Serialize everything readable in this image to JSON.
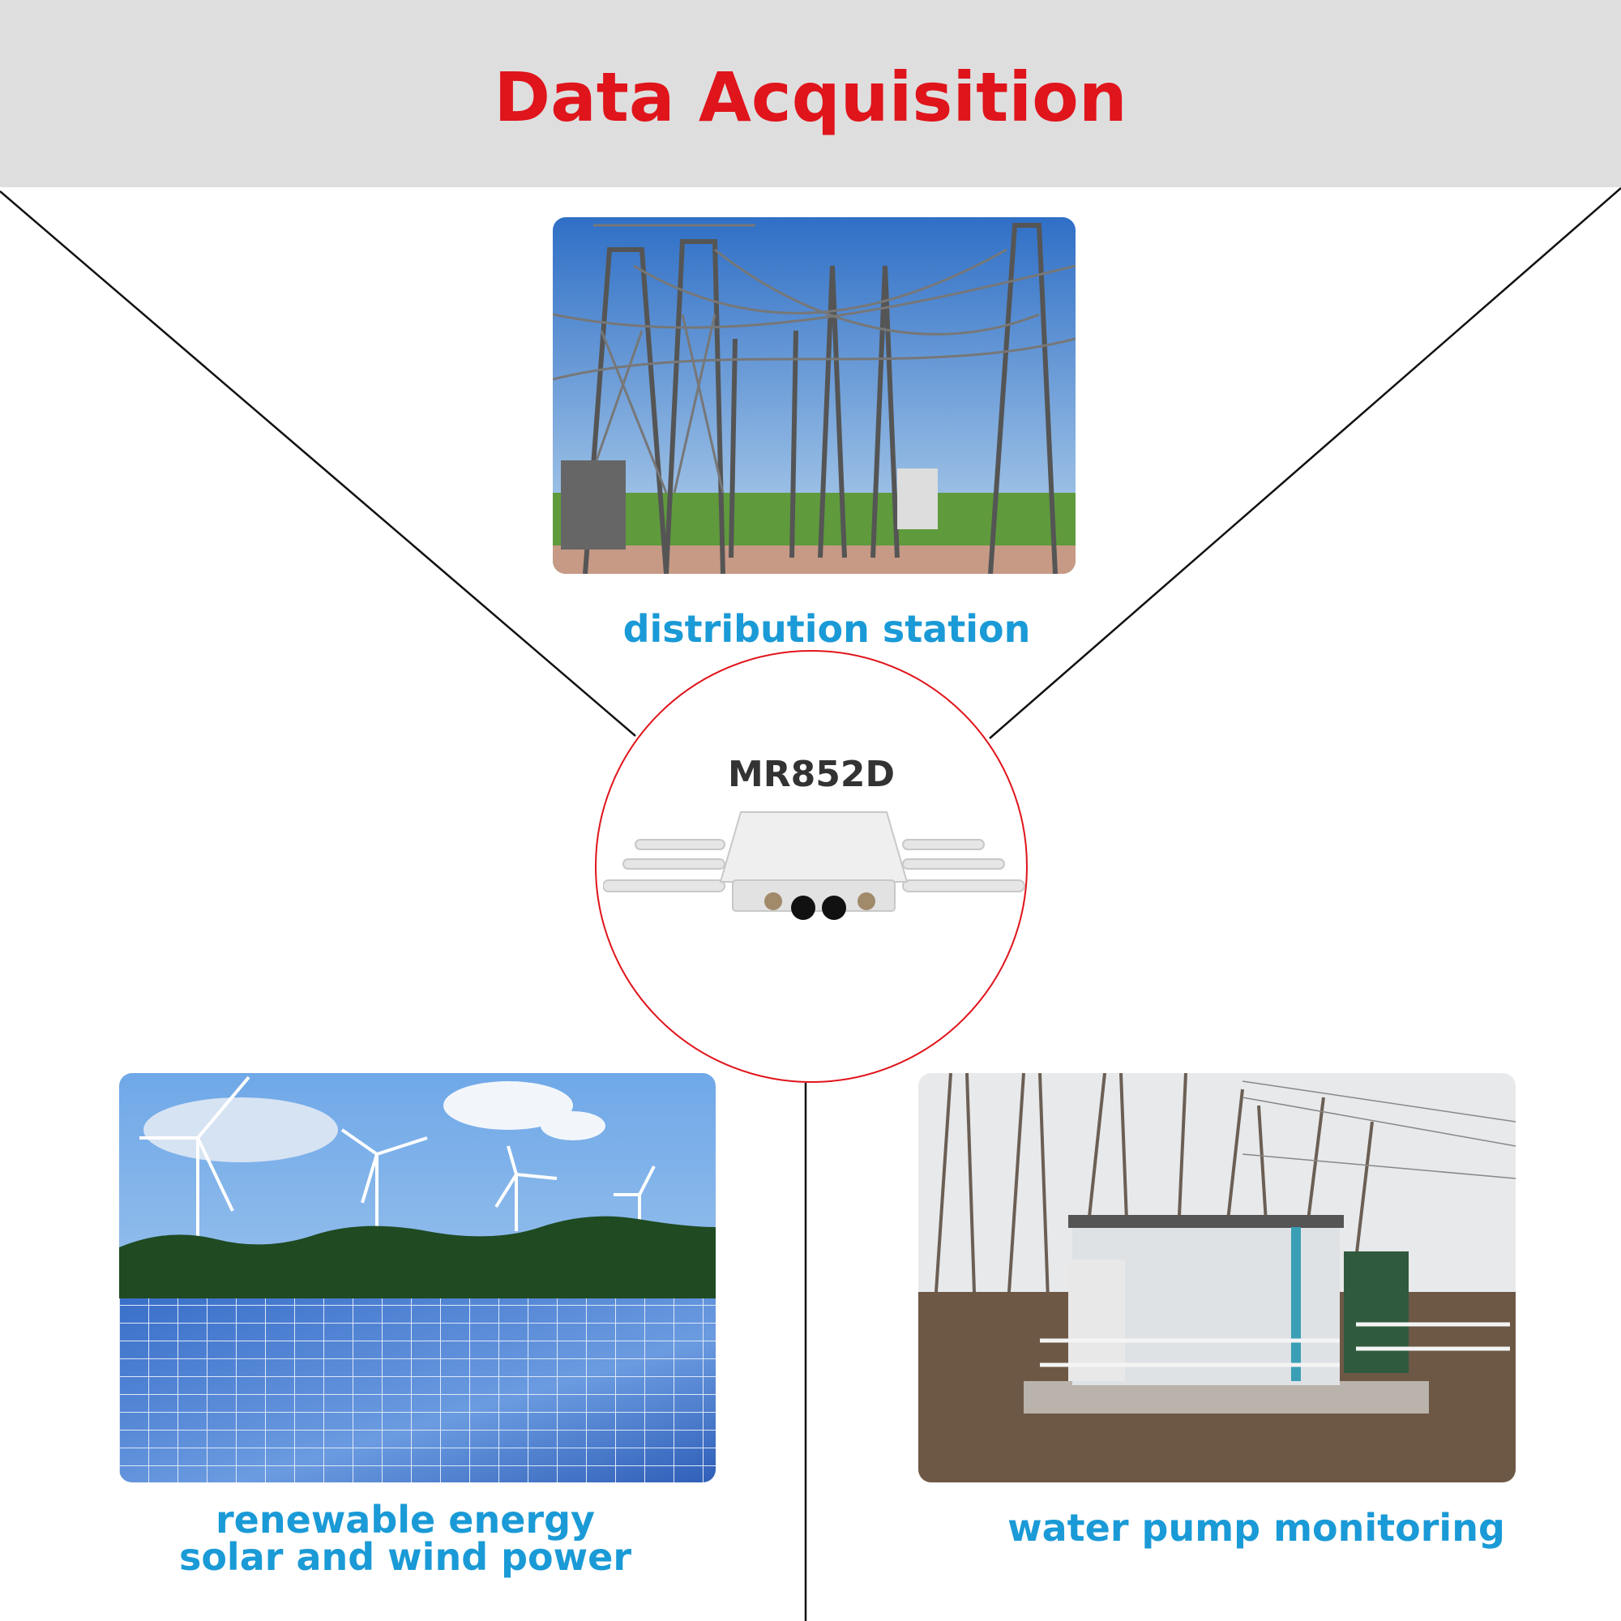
{
  "header": {
    "title": "Data Acquisition"
  },
  "center": {
    "model": "MR852D"
  },
  "applications": [
    {
      "caption": "distribution station"
    },
    {
      "caption_line1": "renewable energy",
      "caption_line2": "solar and wind power"
    },
    {
      "caption": "water pump monitoring"
    }
  ],
  "colors": {
    "title": "#e0141b",
    "caption": "#1a9ad6",
    "circle": "#e0141b",
    "header_bg": "#dedede"
  }
}
